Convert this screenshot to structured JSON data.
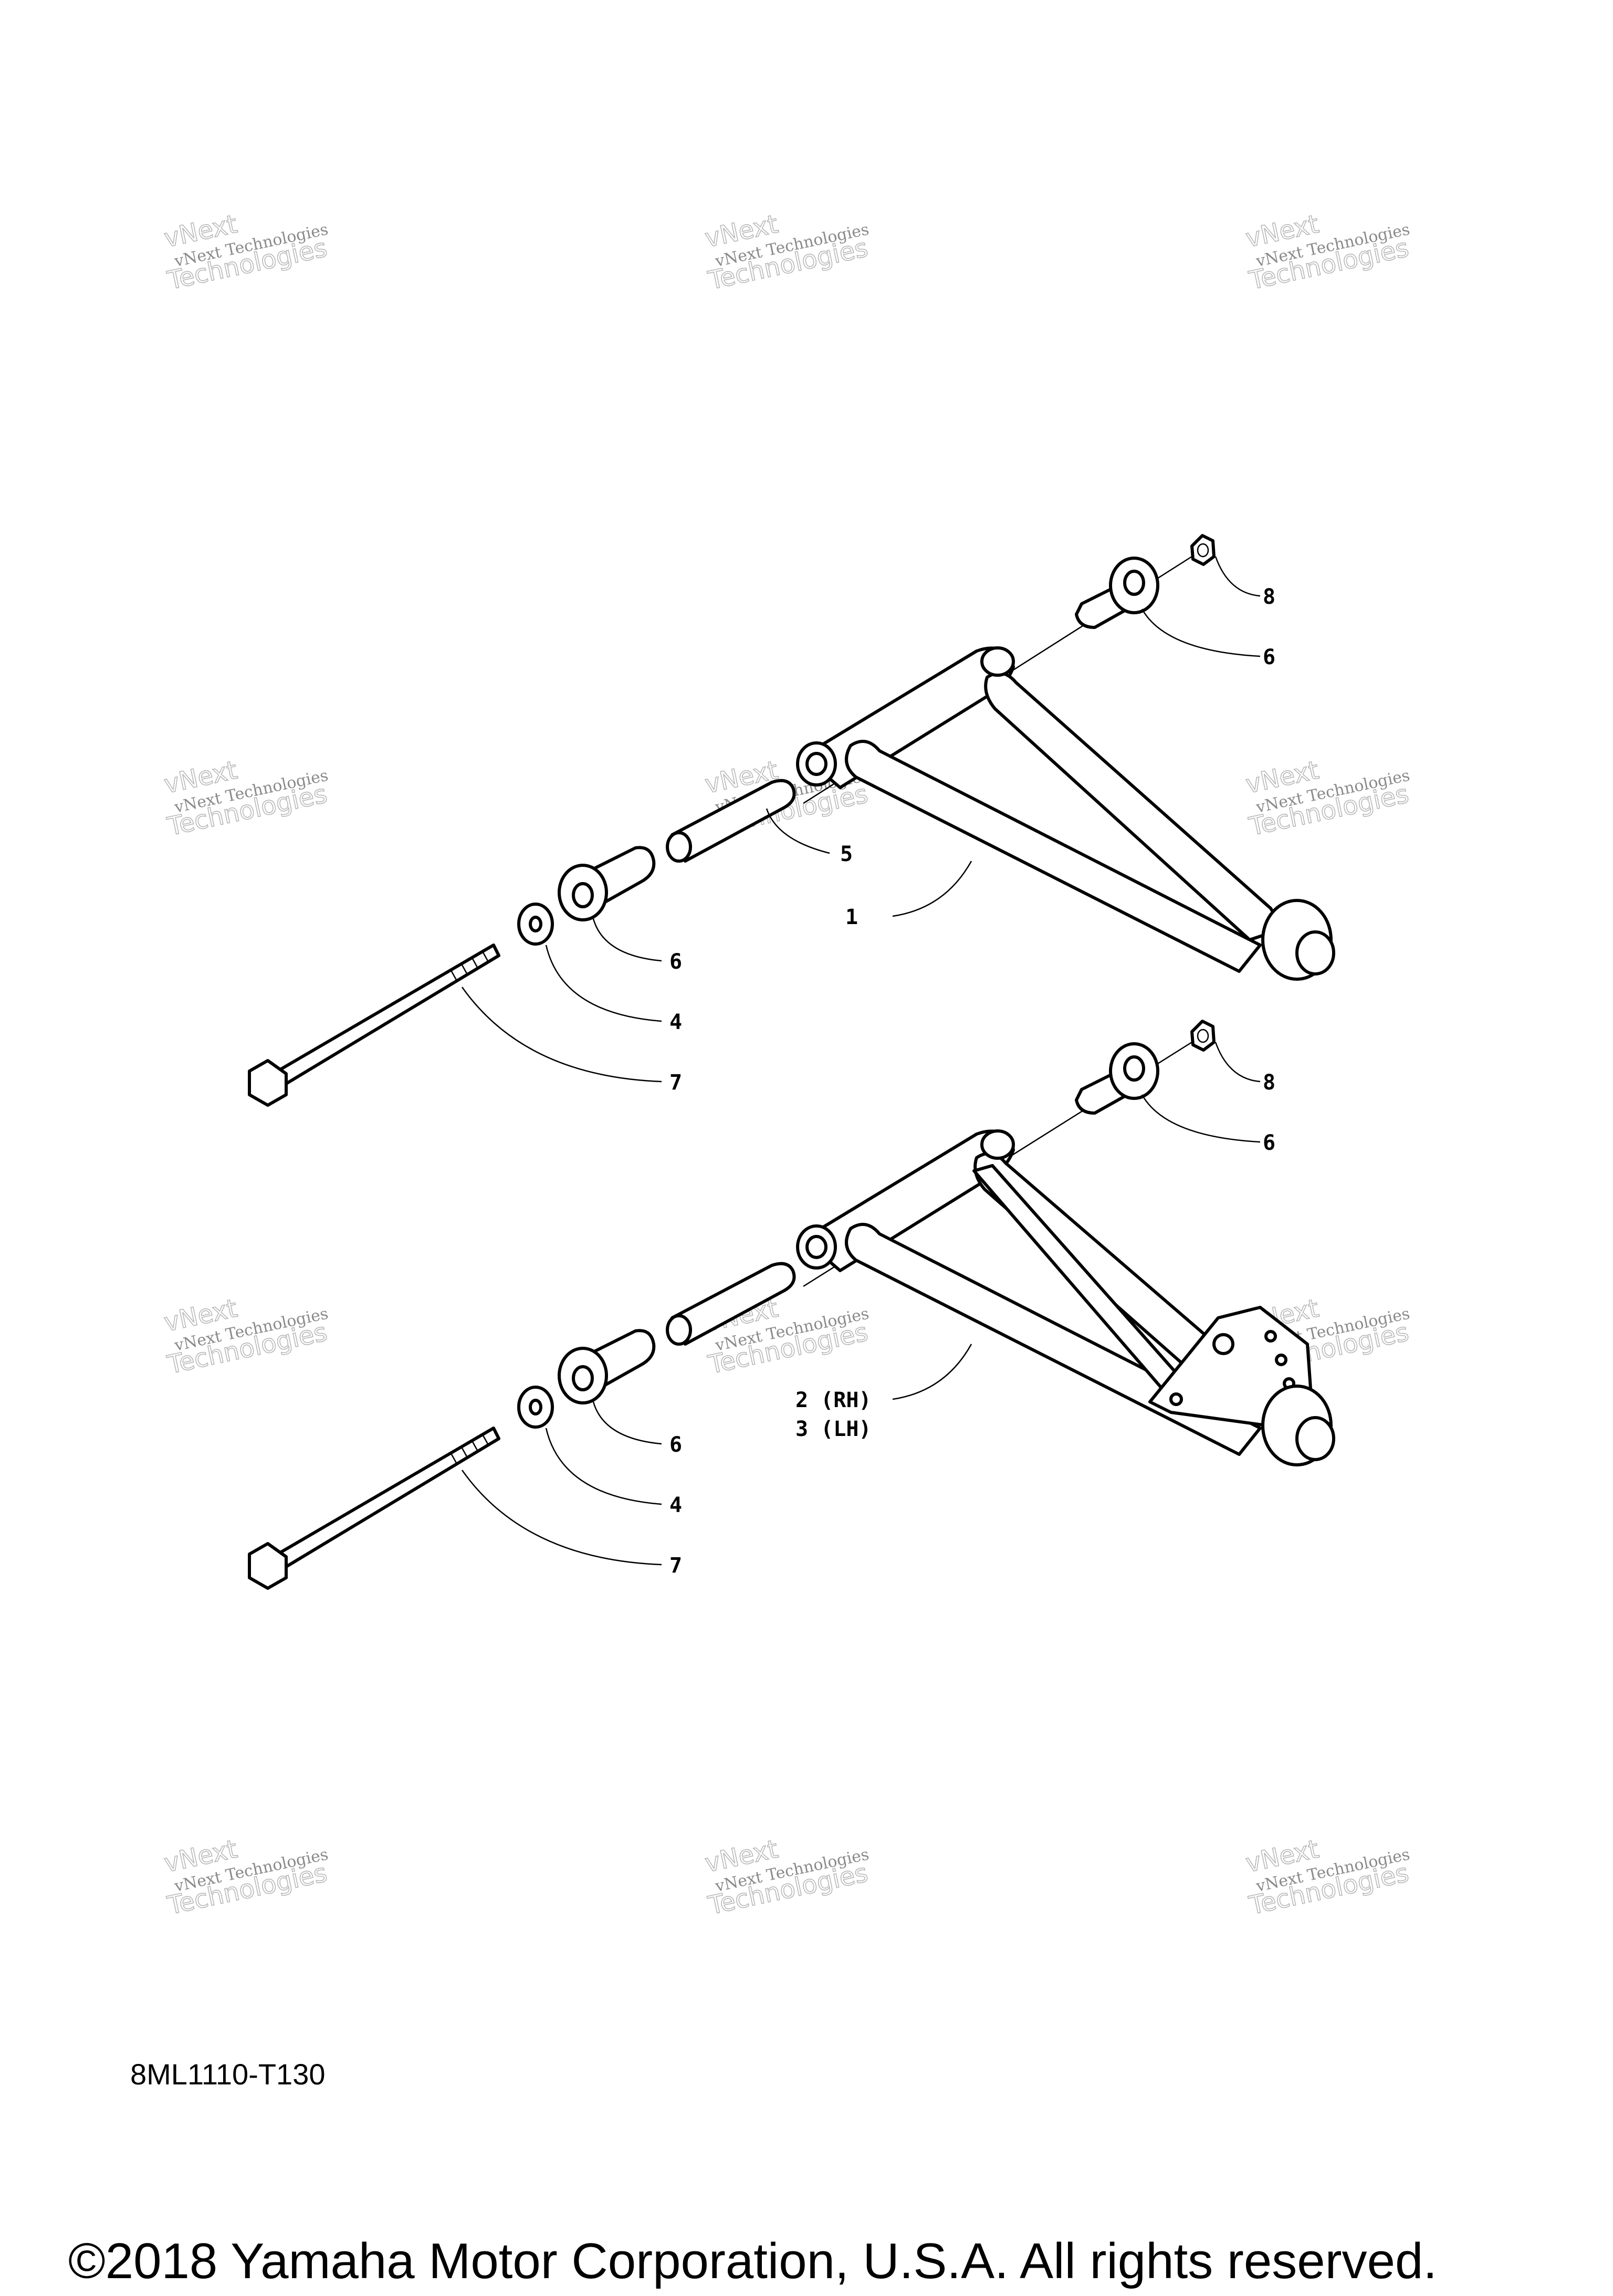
{
  "watermark": {
    "line1": "vNext Technologies",
    "line2": "Technologies",
    "line3": "vNext"
  },
  "upper_arm": {
    "callouts": {
      "c8": "8",
      "c6a": "6",
      "c5": "5",
      "c1": "1",
      "c6b": "6",
      "c4": "4",
      "c7": "7"
    }
  },
  "lower_arm": {
    "callouts": {
      "c8": "8",
      "c6a": "6",
      "c2": "2 (RH)",
      "c3": "3 (LH)",
      "c6b": "6",
      "c4": "4",
      "c7": "7"
    }
  },
  "diagram_code": "8ML1110-T130",
  "copyright": "©2018 Yamaha Motor Corporation, U.S.A. All rights reserved."
}
